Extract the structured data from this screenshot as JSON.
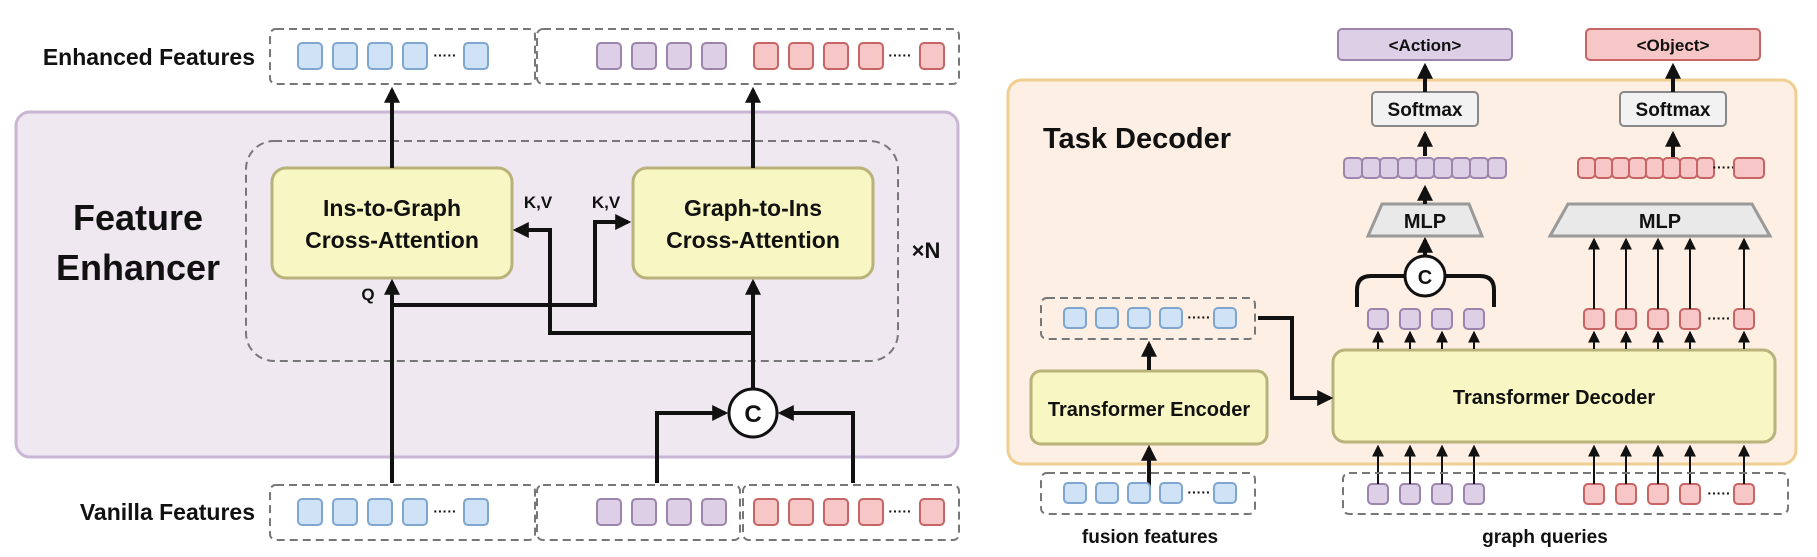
{
  "colors": {
    "blue_fill": "#cfe2f6",
    "blue_stroke": "#7fa6cf",
    "purple_fill": "#ddd0e6",
    "purple_stroke": "#9d84ad",
    "red_fill": "#f7c7c7",
    "red_stroke": "#c76464",
    "yellow_fill": "#f8f6c2",
    "yellow_stroke": "#b9b27a",
    "enhancer_bg": "#efe8f1",
    "enhancer_border": "#c9b5d4",
    "decoder_bg": "#fdefe3",
    "decoder_border": "#efcf90",
    "mlp_fill": "#e9e9e9",
    "softmax_fill": "#f2f2f2",
    "action_fill": "#ddd0e6",
    "object_fill": "#f7c7c7"
  },
  "left": {
    "enhanced_label": "Enhanced Features",
    "vanilla_label": "Vanilla Features",
    "enhancer_title_line1": "Feature",
    "enhancer_title_line2": "Enhancer",
    "ins2graph_line1": "Ins-to-Graph",
    "ins2graph_line2": "Cross-Attention",
    "graph2ins_line1": "Graph-to-Ins",
    "graph2ins_line2": "Cross-Attention",
    "q_label": "Q",
    "kv_left_label": "K,V",
    "kv_right_label": "K,V",
    "repeat_label": "×N",
    "concat_symbol": "C",
    "ellipsis": "·····"
  },
  "right": {
    "task_decoder_title": "Task Decoder",
    "encoder_label": "Transformer Encoder",
    "decoder_label": "Transformer Decoder",
    "action_label": "<Action>",
    "object_label": "<Object>",
    "softmax_left": "Softmax",
    "softmax_right": "Softmax",
    "mlp_left": "MLP",
    "mlp_right": "MLP",
    "concat_symbol": "C",
    "fusion_label": "fusion features",
    "graph_queries_label": "graph queries",
    "ellipsis": "·····"
  }
}
